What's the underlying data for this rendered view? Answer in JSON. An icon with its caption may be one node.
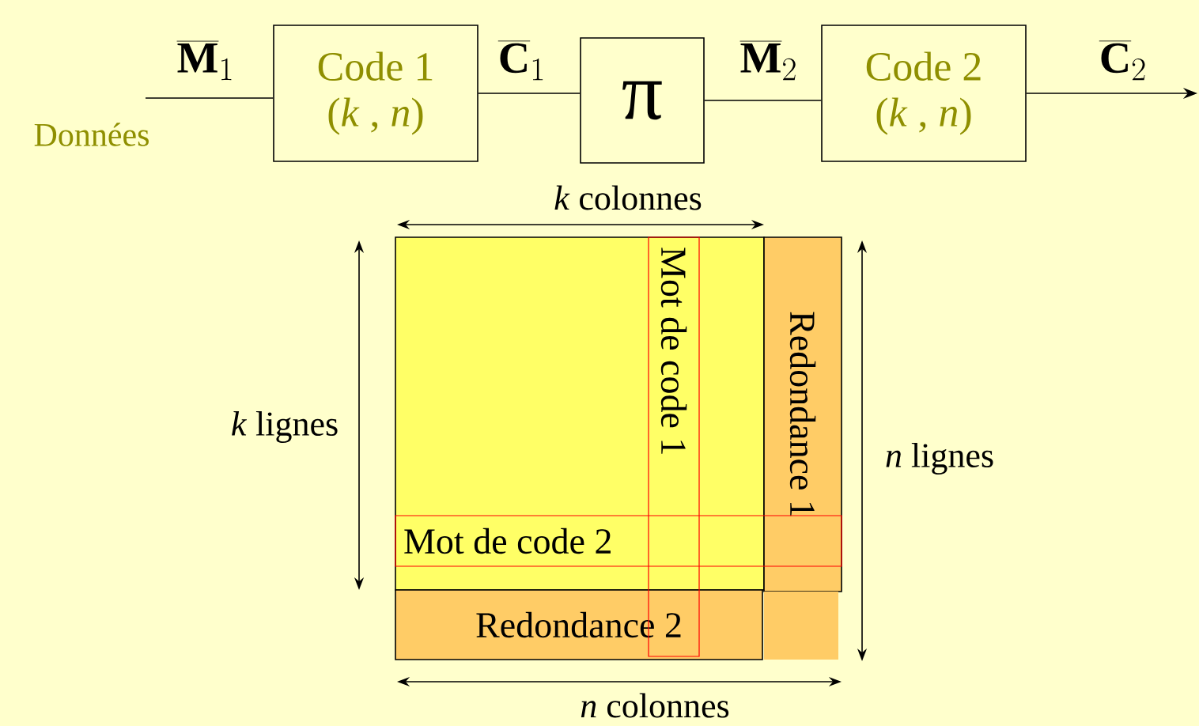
{
  "diagram": {
    "nodes": [
      {
        "text": [
          "Code 1",
          "(*k* , *n*)"
        ]
      },
      {
        "text": [
          "π"
        ]
      },
      {
        "text": [
          "Code 2",
          "(*k* , *n*)"
        ]
      },
      {
        "text": [],
        "shape": "box"
      },
      {
        "text": [
          "Mot de code 1"
        ]
      },
      {
        "text": [
          "Redondance 1"
        ]
      },
      {
        "text": [
          "Mot de code 2"
        ]
      },
      {
        "text": [
          "Redondance 2"
        ]
      },
      {
        "text": [],
        "shape": "box"
      }
    ],
    "edges": [
      {
        "from": null,
        "to": 0,
        "arrow": "none",
        "label": "\\overline{\\mathbf{M}}_{1}"
      },
      {
        "from": 0,
        "to": 1,
        "arrow": "none",
        "label": "\\overline{\\mathbf{C}}_{1}"
      },
      {
        "from": 1,
        "to": 2,
        "arrow": "none",
        "label": "\\overline{\\mathbf{M}}_{2}"
      },
      {
        "from": 2,
        "to": null,
        "arrow": "to",
        "label": "\\overline{\\mathbf{C}}_{2}"
      }
    ],
    "labels": [
      "Données",
      "*k* colonnes",
      "*k* lignes",
      "*n* lignes",
      "*n* colonnes"
    ]
  }
}
